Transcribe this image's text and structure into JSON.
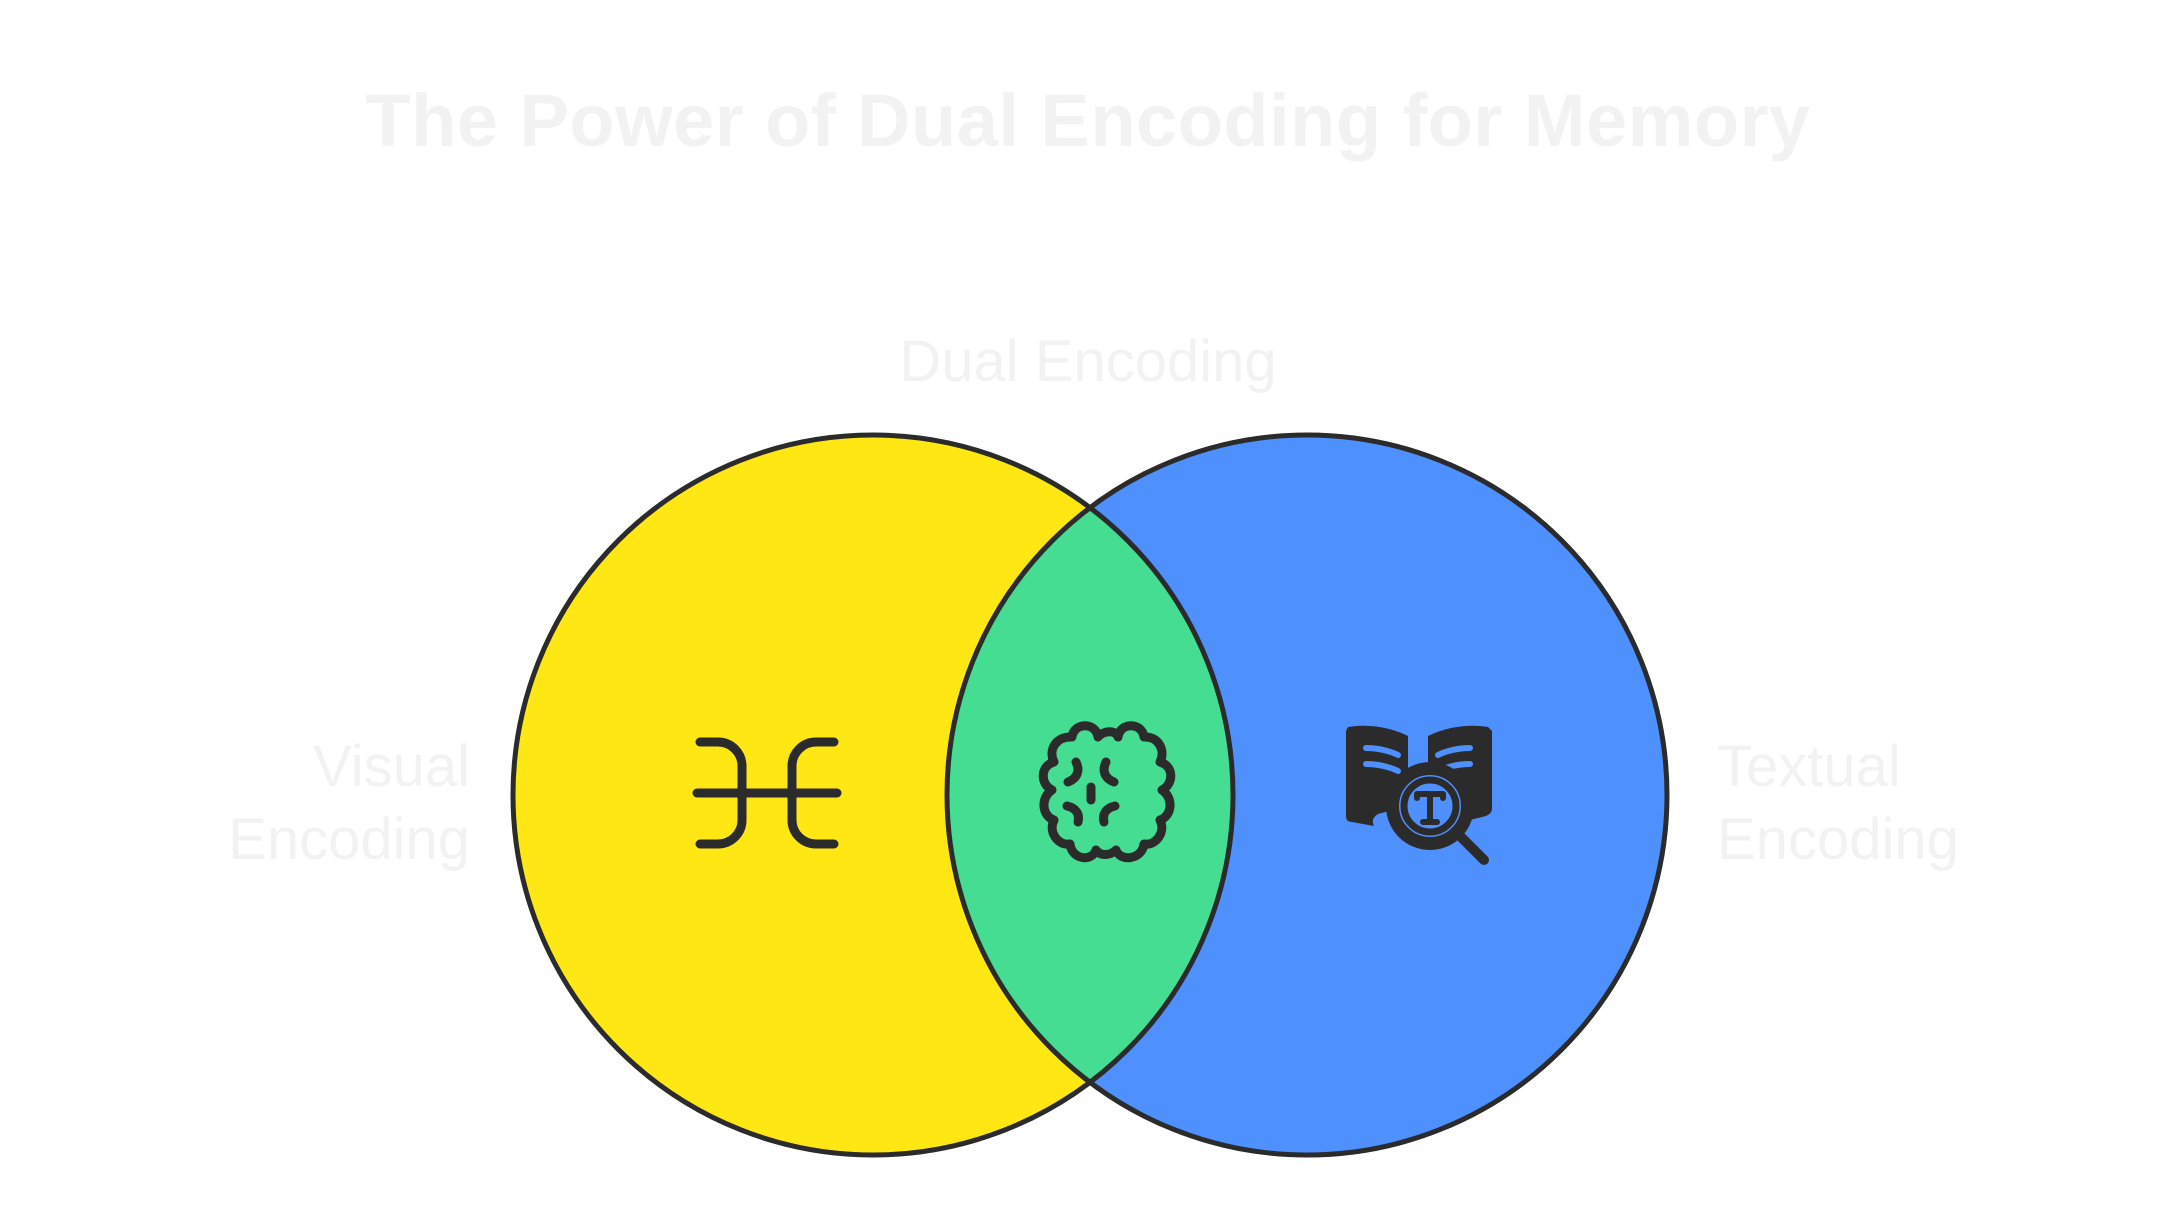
{
  "title": "The Power of Dual Encoding for Memory",
  "regions": {
    "left": {
      "label_line1": "Visual",
      "label_line2": "Encoding",
      "color": "#FFE714",
      "icon": "command-key-icon"
    },
    "center": {
      "label": "Dual Encoding",
      "color": "#44DD91",
      "icon": "brain-icon"
    },
    "right": {
      "label_line1": "Textual",
      "label_line2": "Encoding",
      "color": "#4D90FE",
      "icon": "book-text-search-icon"
    }
  },
  "colors": {
    "outline": "#2B2B2B",
    "label_text": "#F2F2F2",
    "background": "#FFFFFF"
  }
}
